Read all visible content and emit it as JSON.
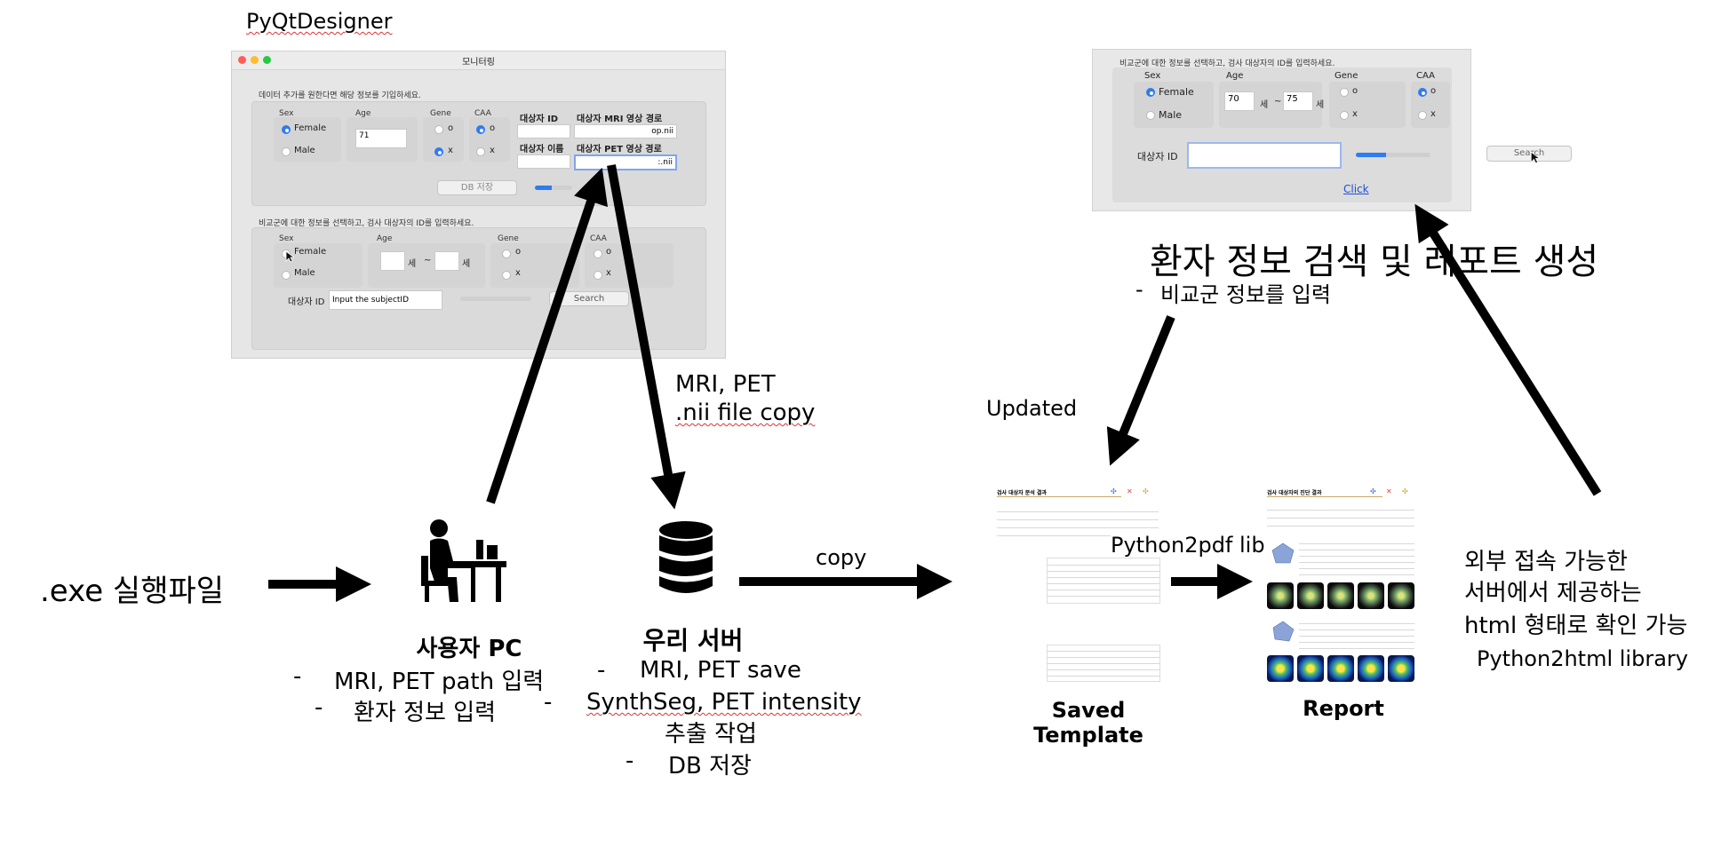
{
  "designer_label": "PyQtDesigner",
  "window": {
    "title": "모니터링",
    "add_prompt": "데이터 추가를 원한다면 해당 정보를 기입하세요.",
    "sex_label": "Sex",
    "female": "Female",
    "male": "Male",
    "age_label": "Age",
    "age_value": "71",
    "gene_label": "Gene",
    "caa_label": "CAA",
    "o": "o",
    "x": "x",
    "subject_id_label": "대상자 ID",
    "subject_name_label": "대상자 이름",
    "mri_path_label": "대상자 MRI 영상 경로",
    "pet_path_label": "대상자 PET 영상 경로",
    "mri_path_value": "op.nii",
    "pet_path_value": ":.nii",
    "db_save_button": "DB 저장",
    "db_progress": 0.45,
    "search_prompt": "비교군에 대한 정보를 선택하고, 검사 대상자의 ID를 입력하세요.",
    "age_unit": "세",
    "tilde": "~",
    "subject_id_placeholder": "Input the subjectID",
    "search_button": "Search"
  },
  "search_panel": {
    "prompt": "비교군에 대한 정보를 선택하고, 검사 대상자의 ID를 입력하세요.",
    "sex_label": "Sex",
    "female": "Female",
    "male": "Male",
    "age_label": "Age",
    "age_from": "70",
    "age_to": "75",
    "age_unit": "세",
    "tilde": "~",
    "gene_label": "Gene",
    "caa_label": "CAA",
    "o": "o",
    "x": "x",
    "subject_id_label": "대상자 ID",
    "search_button": "Search",
    "progress": 0.4,
    "click_link": "Click"
  },
  "diagram": {
    "exe_label": ".exe 실행파일",
    "user_pc_title": "사용자 PC",
    "user_pc_bullet1": "MRI, PET path 입력",
    "user_pc_bullet2": "환자 정보 입력",
    "server_title": "우리 서버",
    "server_bullet1": "MRI, PET save",
    "server_bullet2a": "SynthSeg, PET intensity",
    "server_bullet2b": "추출 작업",
    "server_bullet3": "DB 저장",
    "nii_copy_line1": "MRI, PET",
    "nii_copy_line2": ".nii file copy",
    "copy_label": "copy",
    "updated_label": "Updated",
    "search_title": "환자 정보 검색 및 레포트 생성",
    "search_bullet": "비교군 정보를 입력",
    "python2pdf": "Python2pdf library",
    "saved_template": "Saved Template",
    "report": "Report",
    "external_line1": "외부 접속 가능한",
    "external_line2": "서버에서 제공하는",
    "external_line3": "html 형태로 확인 가능",
    "python2html": "Python2html library",
    "dash": "-"
  },
  "template_doc": {
    "title": "검사 대상자 분석 결과"
  },
  "report_doc": {
    "title": "검사 대상자의 진단 결과"
  },
  "icons": {
    "user_pc": "person-at-desk-icon",
    "server": "database-icon",
    "cursor": "mouse-pointer-icon"
  },
  "colors": {
    "accent_blue": "#2f7bf0",
    "link_blue": "#1a4fd6",
    "squiggle_red": "#d33"
  }
}
